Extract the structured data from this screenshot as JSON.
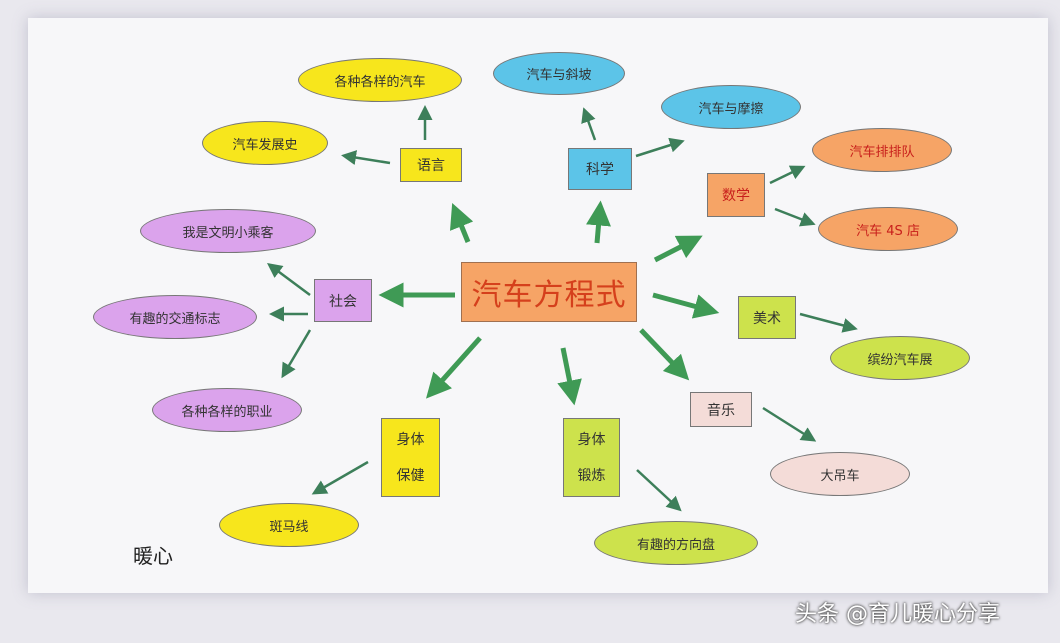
{
  "center": "汽车方程式",
  "categories": {
    "language": "语言",
    "science": "科学",
    "math": "数学",
    "art": "美术",
    "music": "音乐",
    "exercise": [
      "身体",
      "锻炼"
    ],
    "health": [
      "身体",
      "保健"
    ],
    "society": "社会"
  },
  "leaves": {
    "language": [
      "各种各样的汽车",
      "汽车发展史"
    ],
    "science": [
      "汽车与斜坡",
      "汽车与摩擦"
    ],
    "math": [
      "汽车排排队",
      "汽车 4S 店"
    ],
    "art": [
      "缤纷汽车展"
    ],
    "music": [
      "大吊车"
    ],
    "exercise": [
      "有趣的方向盘"
    ],
    "health": [
      "斑马线"
    ],
    "society": [
      "我是文明小乘客",
      "有趣的交通标志",
      "各种各样的职业"
    ]
  },
  "signature": "暖心",
  "watermark": "头条 @育儿暖心分享",
  "colors": {
    "arrow_main": "#3f9a55",
    "arrow_sub": "#3d7f5a"
  }
}
